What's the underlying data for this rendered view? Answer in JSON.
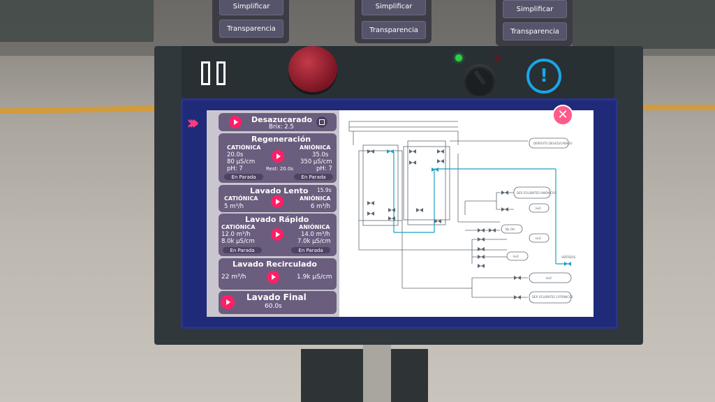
{
  "top_panels": [
    {
      "simplify_label": "Simplificar",
      "transparency_label": "Transparencia"
    },
    {
      "simplify_label": "Simplificar",
      "transparency_label": "Transparencia"
    },
    {
      "simplify_label": "Simplificar",
      "transparency_label": "Transparencia"
    }
  ],
  "cards": {
    "desazucarado": {
      "title": "Desazucarado",
      "sub": "Brix: 2.5"
    },
    "regeneracion": {
      "title": "Regeneración",
      "left_head": "CATIÓNICA",
      "right_head": "ANIÓNICA",
      "left_lines": [
        "20.0s",
        "80 µS/cm",
        "pH: 7"
      ],
      "right_lines": [
        "35.0s",
        "350 µS/cm",
        "pH: 7"
      ],
      "rest": "Rest: 20.0s",
      "left_status": "En Parada",
      "right_status": "En Parada"
    },
    "lavado_lento": {
      "title": "Lavado Lento",
      "time": "15.9s",
      "left_head": "CATIÓNICA",
      "right_head": "ANIÓNICA",
      "left_val": "5 m³/h",
      "right_val": "6 m³/h"
    },
    "lavado_rapido": {
      "title": "Lavado Rápido",
      "left_head": "CATIÓNICA",
      "right_head": "ANIÓNICA",
      "left_lines": [
        "12.0 m³/h",
        "8.0k µS/cm"
      ],
      "right_lines": [
        "14.0 m³/h",
        "7.0k µS/cm"
      ],
      "left_status": "En Parada",
      "right_status": "En Parada"
    },
    "lavado_recirculado": {
      "title": "Lavado Recirculado",
      "left_val": "22 m³/h",
      "right_val": "1.9k µS/cm"
    },
    "lavado_final": {
      "title": "Lavado Final",
      "time": "60.0s"
    }
  },
  "diagram_labels": {
    "deposito": "DEPOSITO DESAZUCARADO",
    "dep_anionicos": "DEP. EFLUENTES ANIÓNICOS",
    "h2o_1": "H₂O",
    "na_oh": "Na OH",
    "h2o_2": "H₂O",
    "h2o_3": "H₂O",
    "vertidos": "VERTIDOS",
    "h2o_4": "H₂O",
    "dep_cationicos": "DEP. EFLUENTES CATIÓNICOS"
  },
  "info_label": "!",
  "close_label": "✕",
  "colors": {
    "accent": "#ff1f67",
    "card": "#6a5d7e",
    "screen_frame": "#1f2a78",
    "info": "#19a6e6",
    "flow": "#1a9fc0"
  }
}
